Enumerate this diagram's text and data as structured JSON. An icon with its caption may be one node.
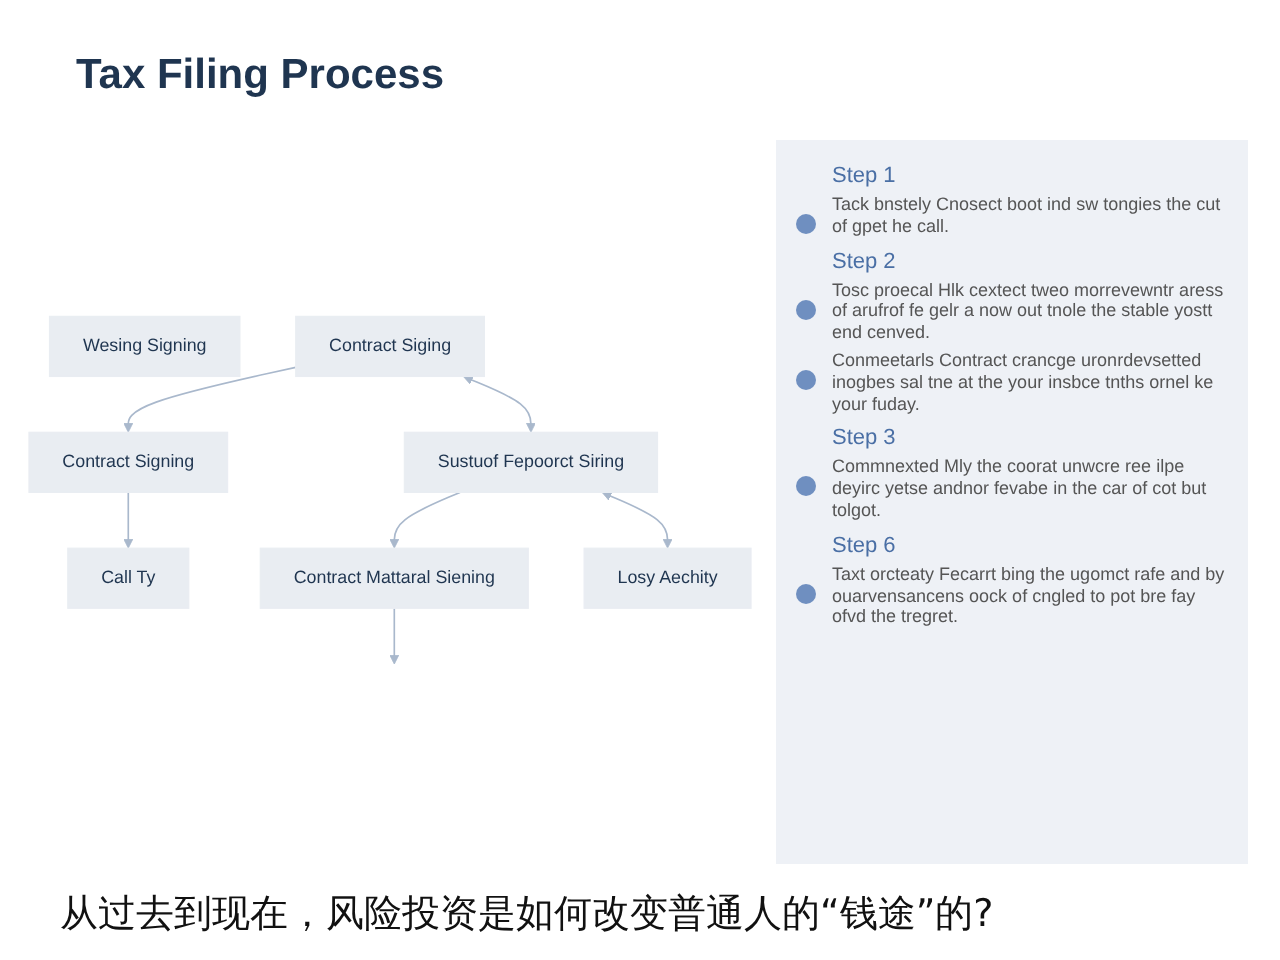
{
  "diagram": {
    "title": "Tax Filing Process",
    "caption": "从过去到现在，风险投资是如何改变普通人的“钱途”的?",
    "nodes": [
      {
        "text": [
          "Call Ty"
        ]
      },
      {
        "text": [
          "Contract Signing"
        ]
      },
      {
        "text": [
          "Wesing Signing"
        ]
      },
      {
        "text": [
          "Contract Siging"
        ]
      },
      {
        "text": [
          "Sustuof Fepoorct Siring"
        ]
      },
      {
        "text": [
          "Contract Mattaral Siening"
        ]
      },
      {
        "text": [
          "Losy Aechity"
        ]
      }
    ],
    "edges": [
      {
        "from": 3,
        "to": 1,
        "arrow": "to"
      },
      {
        "from": 1,
        "to": 0,
        "arrow": "to"
      },
      {
        "from": 3,
        "to": 4,
        "arrow": "both"
      },
      {
        "from": 4,
        "to": 5,
        "arrow": "to"
      },
      {
        "from": 5,
        "to": null,
        "arrow": "to"
      },
      {
        "from": 4,
        "to": 6,
        "arrow": "both"
      }
    ],
    "labels": [
      "Step 1",
      "Tack bnstely Cnosect boot ind sw tongies the cut of gpet he call.",
      "Step 2",
      "Tosc proecal Hlk cextect tweo morrevewntr aress of arufrof fe gelr a now out tnole the stable yostt end cenved.",
      "Conmeetarls Contract crancge uronrdevsetted inogbes sal tne at the your insbce tnths ornel ke your fuday.",
      "Step 3",
      "Commnexted Mly the coorat unwcre ree ilpe deyirc yetse andnor fevabe in the car of cot but tolgot.",
      "Step 6",
      "Taxt orcteaty Fecarrt bing the ugomct rafe and by ouarvensancens oock of cngled to pot bre fay ofvd the tregret."
    ]
  }
}
